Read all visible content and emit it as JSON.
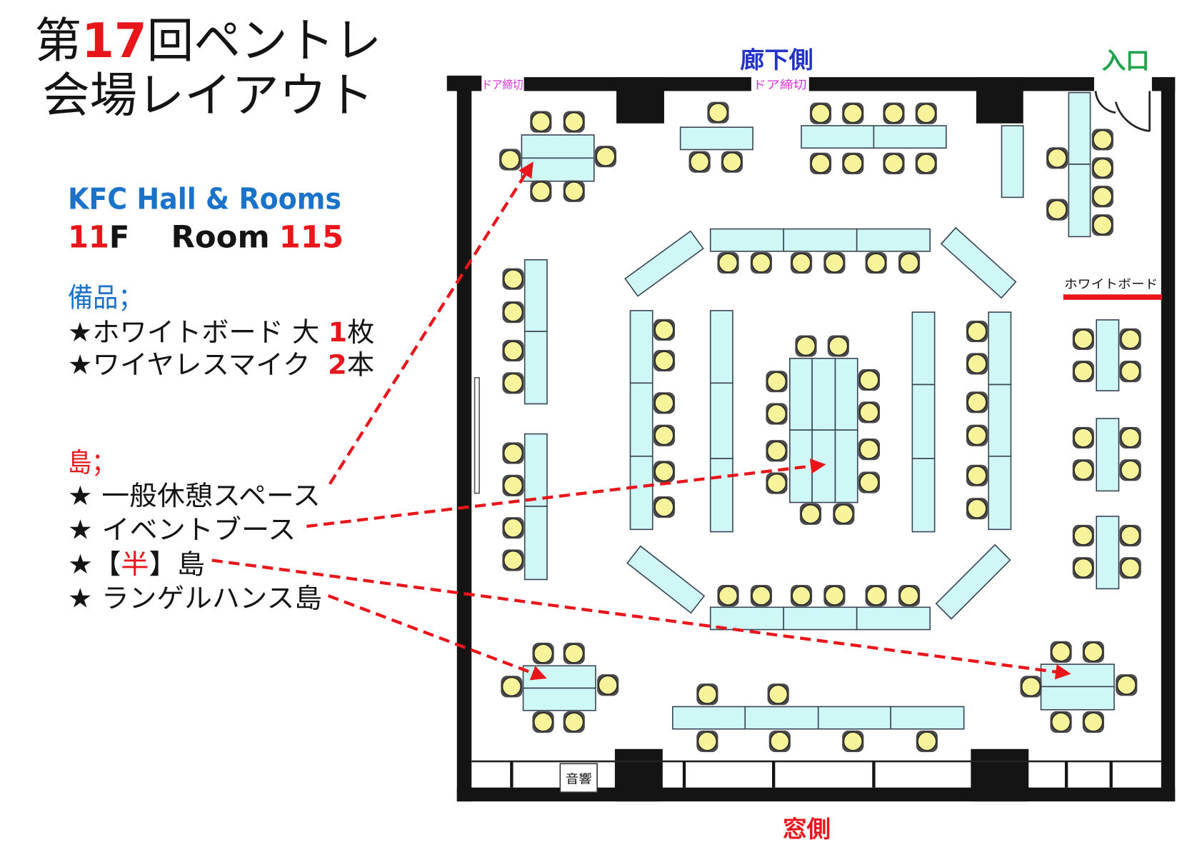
{
  "title": {
    "prefix": "第",
    "number": "17",
    "suffix": "回ペントレ",
    "line2": "会場レイアウト"
  },
  "venue": {
    "name": "KFC Hall & Rooms",
    "floor_number": "11",
    "floor_suffix": "F",
    "room_label": "Room",
    "room_number": "115"
  },
  "equipment": {
    "heading": "備品；",
    "items": [
      {
        "text": "★ホワイトボード 大 ",
        "count": "1",
        "unit": "枚"
      },
      {
        "text": "★ワイヤレスマイク  ",
        "count": "2",
        "unit": "本"
      }
    ]
  },
  "islands": {
    "heading": "島；",
    "items": [
      {
        "text": "★ 一般休憩スペース"
      },
      {
        "text": "★ イベントブース"
      },
      {
        "prefix": "★【",
        "highlight": "半",
        "suffix": "】島"
      },
      {
        "text": "★ ランゲルハンス島"
      }
    ]
  },
  "floor_plan": {
    "corridor_side": "廊下側",
    "entrance": "入口",
    "door_closed_left": "ドア締切",
    "door_closed_center": "ドア締切",
    "whiteboard": "ホワイトボード",
    "window_side": "窓側",
    "audio": "音響"
  },
  "colors": {
    "accent_red": "#e8161b",
    "venue_blue": "#1a72c9",
    "corridor_blue": "#2233c8",
    "entrance_green": "#1ea34b",
    "door_magenta": "#d630d6",
    "table_fill": "#cff7f5",
    "chair_fill": "#f7f39b"
  }
}
